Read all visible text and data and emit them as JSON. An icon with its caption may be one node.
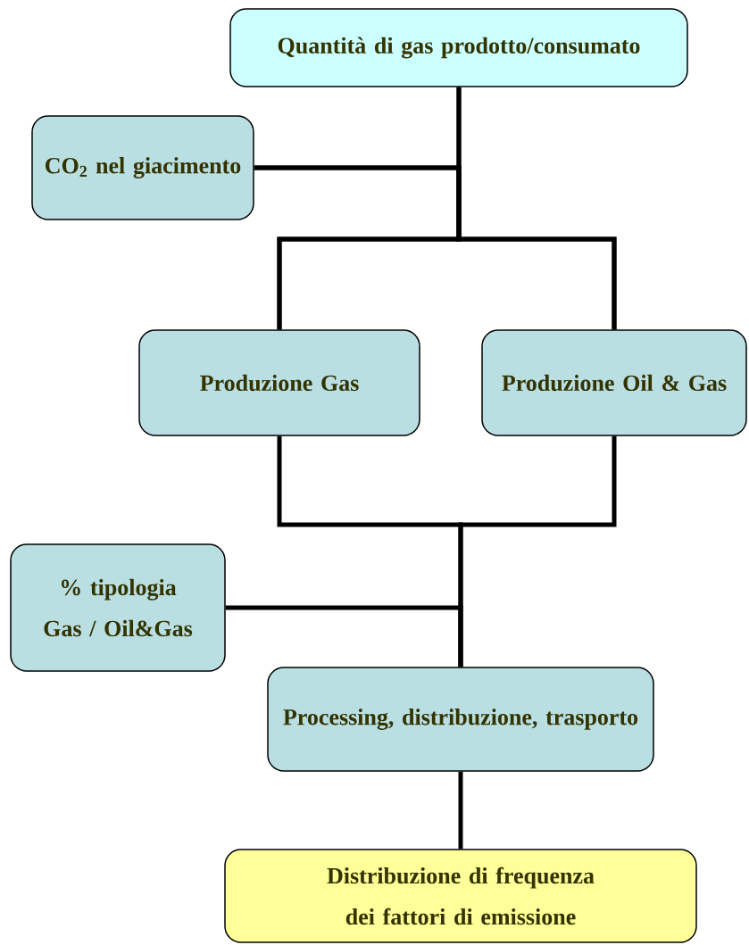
{
  "diagram": {
    "nodes": [
      {
        "text": [
          "Quantità di gas prodotto/consumato"
        ]
      },
      {
        "text": [
          "CO$_{2}$ nel giacimento"
        ]
      },
      {
        "text": [
          "Produzione Gas"
        ]
      },
      {
        "text": [
          "Produzione Oil & Gas"
        ]
      },
      {
        "text": [
          "% tipologia Gas / Oil&Gas"
        ]
      },
      {
        "text": [
          "Processing, distribuzione, trasporto"
        ]
      },
      {
        "text": [
          "Distribuzione di frequenza dei fattori di emissione"
        ]
      }
    ],
    "edges": [
      {
        "from": 0,
        "to": 2,
        "arrow": "none"
      },
      {
        "from": 0,
        "to": 3,
        "arrow": "none"
      },
      {
        "from": 1,
        "to": 2,
        "arrow": "none"
      },
      {
        "from": 1,
        "to": 3,
        "arrow": "none"
      },
      {
        "from": 2,
        "to": 5,
        "arrow": "none"
      },
      {
        "from": 3,
        "to": 5,
        "arrow": "none"
      },
      {
        "from": 4,
        "to": 5,
        "arrow": "none"
      },
      {
        "from": 5,
        "to": 6,
        "arrow": "none"
      }
    ]
  }
}
